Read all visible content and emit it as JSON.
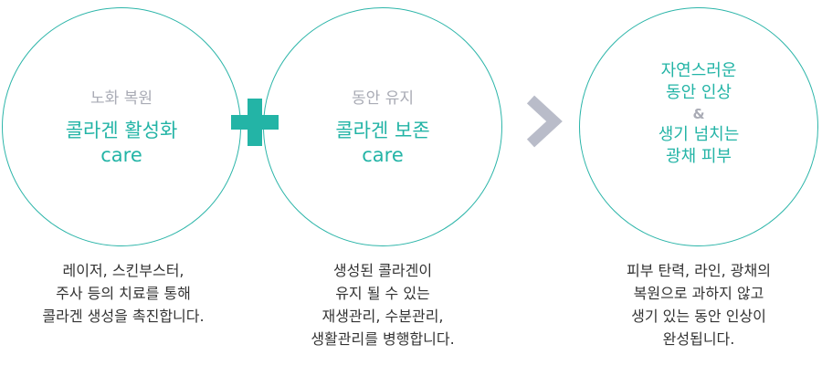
{
  "steps": [
    {
      "subtitle": "노화 복원",
      "title_line1": "콜라겐 활성화",
      "title_line2": "care",
      "desc": [
        "레이저, 스킨부스터,",
        "주사 등의 치료를 통해",
        "콜라겐 생성을 촉진합니다."
      ]
    },
    {
      "subtitle": "동안 유지",
      "title_line1": "콜라겐 보존",
      "title_line2": "care",
      "desc": [
        "생성된 콜라겐이",
        "유지 될 수 있는",
        "재생관리, 수분관리,",
        "생활관리를 병행합니다."
      ]
    }
  ],
  "result": {
    "line1": "자연스러운",
    "line2": "동안 인상",
    "amp": "&",
    "line3": "생기 넘치는",
    "line4": "광채 피부",
    "desc": [
      "피부 탄력, 라인, 광채의",
      "복원으로 과하지 않고",
      "생기 있는 동안 인상이",
      "완성됩니다."
    ]
  },
  "colors": {
    "accent": "#23b4a6",
    "muted": "#a9abb5",
    "chevron": "#b9bcc9",
    "text": "#333333"
  },
  "icons": {
    "plus": "plus-icon",
    "arrow": "chevron-right-icon"
  }
}
